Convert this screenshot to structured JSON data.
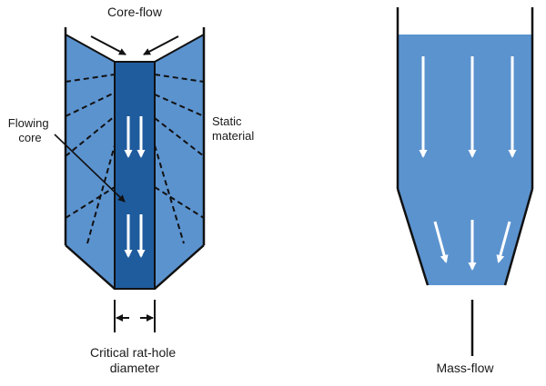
{
  "colors": {
    "material": "#5b93cf",
    "core": "#1f5c9e",
    "outline": "#111111",
    "arrow": "#ffffff",
    "text": "#1a1a1a",
    "background": "#ffffff"
  },
  "core_flow": {
    "title": "Core-flow",
    "flowing_core_label": [
      "Flowing",
      "core"
    ],
    "static_material_label": [
      "Static",
      "material"
    ],
    "rat_hole_label": [
      "Critical rat-hole",
      "diameter"
    ]
  },
  "mass_flow": {
    "title": "Mass-flow"
  },
  "icons": [
    "down-arrow-icon",
    "pointer-arrow-icon",
    "dimension-arrow-icon"
  ]
}
